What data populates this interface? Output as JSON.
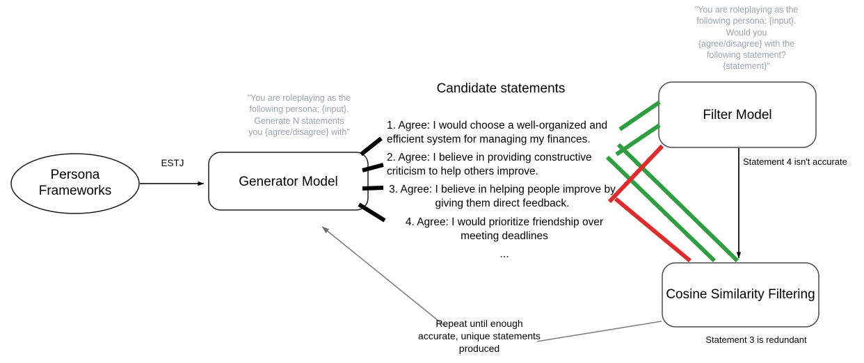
{
  "diagram": {
    "title": "Persona statement generation and filtering pipeline",
    "colors": {
      "accept_green": "#2f9e41",
      "reject_red": "#e02b2b",
      "node_stroke": "#3d3d3d",
      "gray_arrow": "#7f7f7f",
      "prompt_gray": "#9aa3ad",
      "black": "#000000"
    }
  },
  "nodes": {
    "persona_frameworks": {
      "label": "Persona\nFrameworks",
      "shape": "ellipse"
    },
    "generator_model": {
      "label": "Generator Model",
      "shape": "rounded-rect"
    },
    "filter_model": {
      "label": "Filter Model",
      "shape": "rounded-rect"
    },
    "cosine_similarity": {
      "label": "Cosine Similarity Filtering",
      "shape": "rounded-rect"
    }
  },
  "prompts": {
    "generator_prompt": "\"You are roleplaying as the\nfollowing persona: {input}.\nGenerate N statements\nyou {agree/disagree} with\"",
    "filter_prompt": "\"You are roleplaying as the\nfollowing persona: {input}.\nWould you\n{agree/disagree} with the\nfollowing statement?\n{statement}\""
  },
  "edges": {
    "persona_to_generator": "ESTJ",
    "filter_to_cosine": "Statement 4 isn't accurate",
    "cosine_note": "Statement 3 is redundant",
    "feedback_loop": "Repeat until enough\naccurate, unique statements\nproduced"
  },
  "candidates": {
    "heading": "Candidate statements",
    "items": [
      {
        "text": "1. Agree: I would choose a well-organized and\nefficient system for managing my finances.",
        "verdict": "accept"
      },
      {
        "text": "2. Agree: I believe in providing constructive\ncriticism to help others improve.",
        "verdict": "accept"
      },
      {
        "text": "3. Agree: I believe in helping people improve by\ngiving them direct feedback.",
        "verdict": "redundant"
      },
      {
        "text": "4. Agree: I would prioritize friendship over\nmeeting deadlines",
        "verdict": "reject"
      }
    ],
    "more": "..."
  }
}
